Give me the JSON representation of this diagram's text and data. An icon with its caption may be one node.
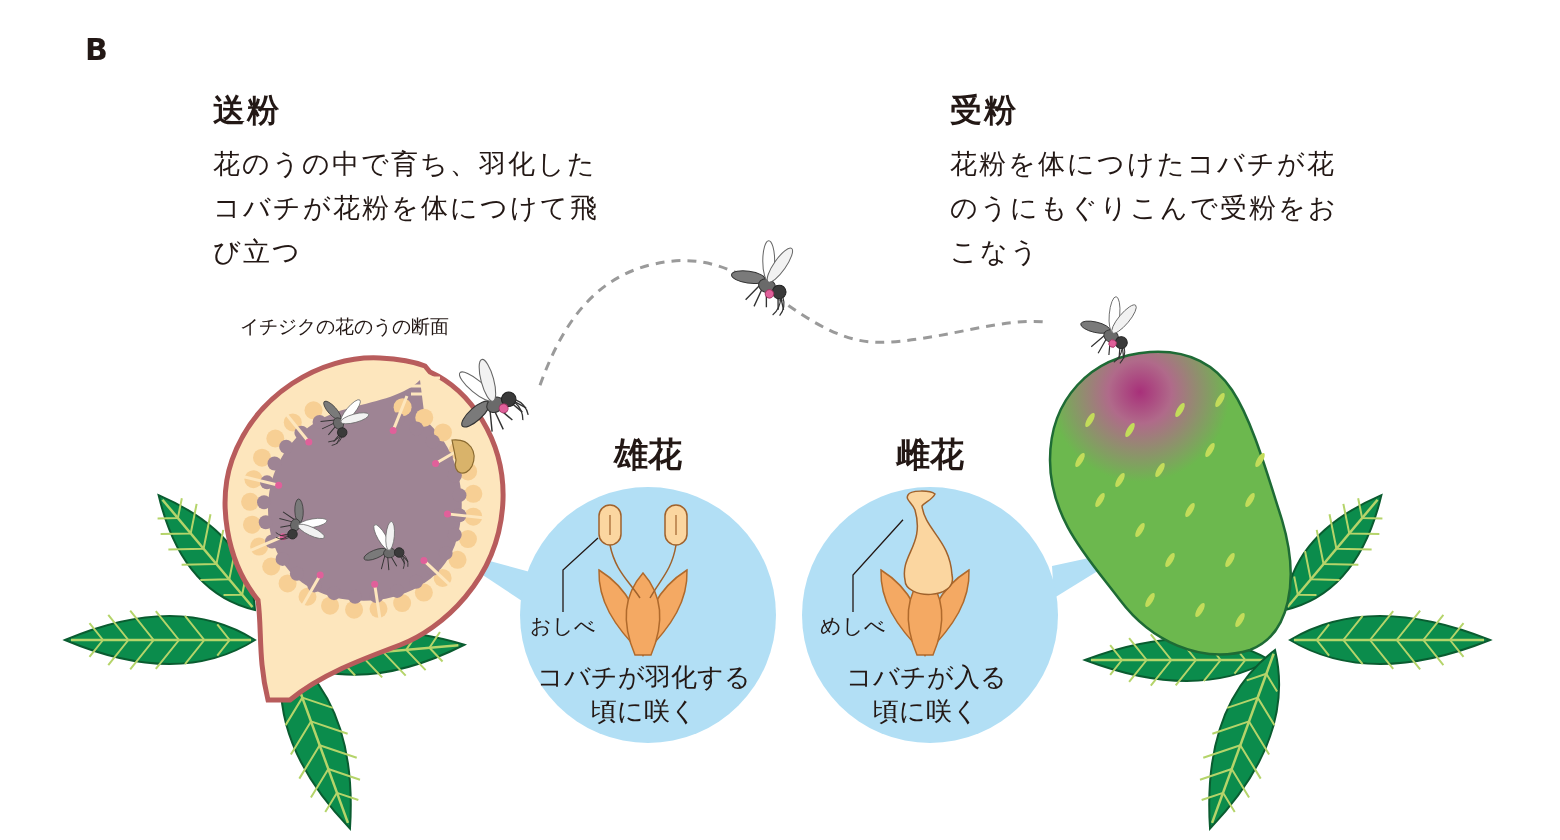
{
  "diagram": {
    "nodes": [
      {
        "text": [],
        "shape": "picture",
        "beside": [
          "イチジクの花のうの断面"
        ]
      },
      {
        "text": [
          "雄花",
          "コバチが羽化する頃に咲く"
        ]
      },
      {
        "text": [
          "おしべ"
        ],
        "in": 1
      },
      {
        "text": [],
        "shape": "picture",
        "in": 1
      },
      {
        "text": [
          "雌花",
          "コバチが入る頃に咲く"
        ]
      },
      {
        "text": [
          "めしべ"
        ],
        "in": 4
      },
      {
        "text": [],
        "shape": "picture",
        "in": 4
      },
      {
        "text": [],
        "shape": "picture"
      }
    ],
    "edges": [
      {
        "from": 0,
        "to": 7,
        "arrow": "none",
        "style": "dashed",
        "color": "#9a9a9a"
      },
      {
        "from": 2,
        "to": 3,
        "arrow": "none"
      },
      {
        "from": 5,
        "to": 6,
        "arrow": "none"
      }
    ],
    "labels": [
      "B",
      "送粉",
      "花のうの中で育ち、羽化したコバチが花粉を体につけて飛び立つ",
      "受粉",
      "花粉を体につけたコバチが花のうにもぐりこんで受粉をおこなう"
    ]
  }
}
